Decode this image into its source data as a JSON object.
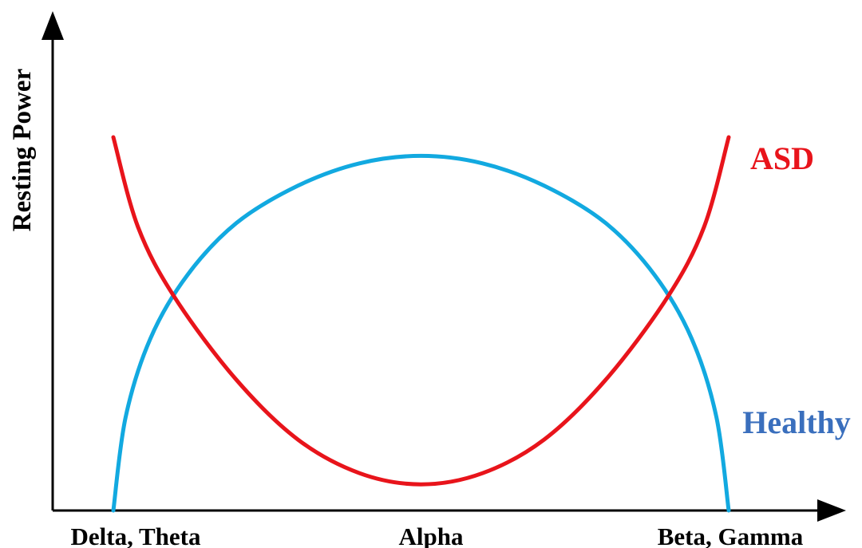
{
  "chart_data": {
    "type": "line",
    "title": "",
    "xlabel": "",
    "ylabel": "Resting Power",
    "categories": [
      "Delta, Theta",
      "Alpha",
      "Beta, Gamma"
    ],
    "x_range": [
      0,
      100
    ],
    "ylim": [
      0,
      100
    ],
    "grid": false,
    "legend": "inline-right",
    "series": [
      {
        "name": "ASD",
        "color": "#e8141b",
        "points": [
          [
            0,
            100
          ],
          [
            4,
            76
          ],
          [
            10,
            57
          ],
          [
            20,
            35
          ],
          [
            30,
            19
          ],
          [
            40,
            10
          ],
          [
            50,
            7
          ],
          [
            60,
            10
          ],
          [
            70,
            19
          ],
          [
            80,
            35
          ],
          [
            90,
            57
          ],
          [
            96,
            76
          ],
          [
            100,
            100
          ]
        ]
      },
      {
        "name": "Healthy",
        "color": "#12a9e0",
        "points": [
          [
            0,
            0
          ],
          [
            2,
            25
          ],
          [
            6,
            46
          ],
          [
            12,
            63
          ],
          [
            20,
            77
          ],
          [
            30,
            87
          ],
          [
            40,
            93
          ],
          [
            50,
            95
          ],
          [
            60,
            93
          ],
          [
            70,
            87
          ],
          [
            80,
            77
          ],
          [
            88,
            63
          ],
          [
            94,
            46
          ],
          [
            98,
            25
          ],
          [
            100,
            0
          ]
        ]
      }
    ],
    "colors": {
      "axis": "#000000",
      "asd_label": "#e8141b",
      "healthy_label": "#3a6fbd"
    }
  }
}
